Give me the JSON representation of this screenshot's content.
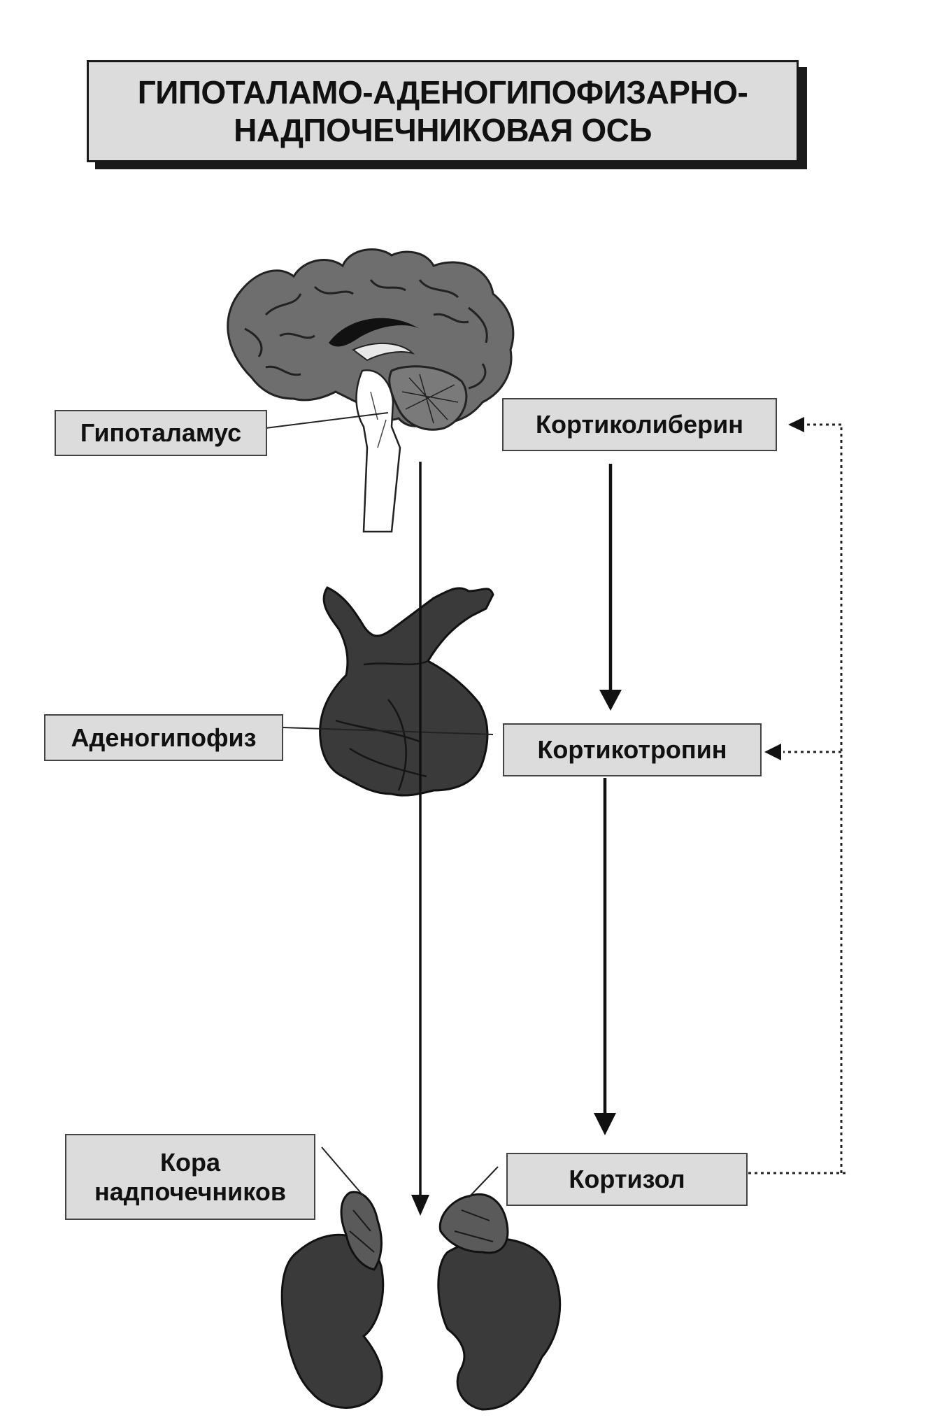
{
  "title": {
    "line1": "ГИПОТАЛАМО-АДЕНОГИПОФИЗАРНО-",
    "line2": "НАДПОЧЕЧНИКОВАЯ ОСЬ"
  },
  "organs": {
    "hypothalamus": "Гипоталамус",
    "adenohypophysis": "Аденогипофиз",
    "adrenal_cortex_line1": "Кора",
    "adrenal_cortex_line2": "надпочечников"
  },
  "hormones": {
    "corticoliberin": "Кортиколиберин",
    "corticotropin": "Кортикотропин",
    "cortisol": "Кортизол"
  },
  "icons": [
    "brain-illustration",
    "pituitary-illustration",
    "adrenal-kidney-illustration"
  ],
  "colors": {
    "box_fill": "#dcdcdc",
    "ink": "#111111",
    "organ_fill": "#3a3a3a"
  }
}
